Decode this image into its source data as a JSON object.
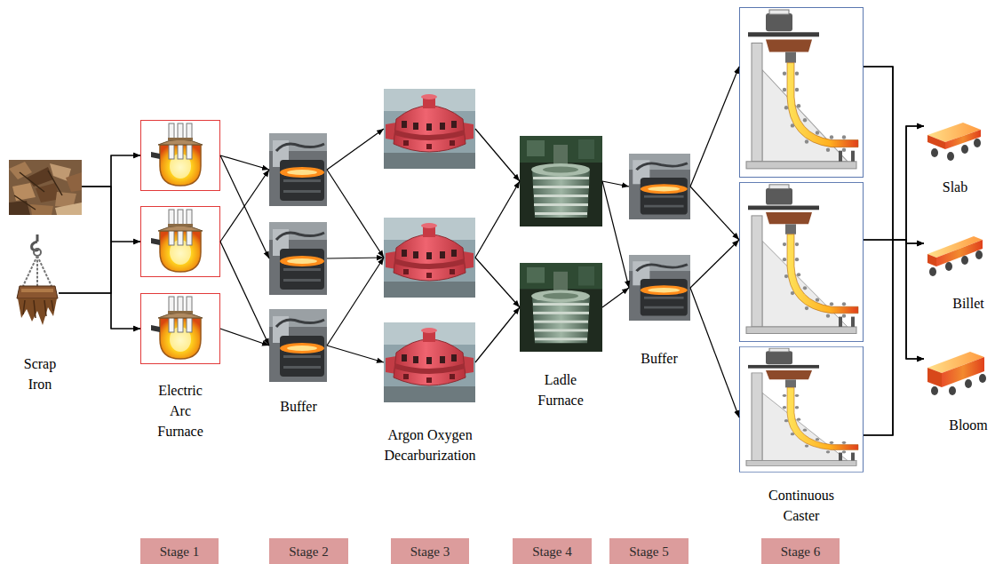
{
  "diagram": {
    "nodes": [
      {
        "text": []
      },
      {
        "text": [
          "Scrap Iron"
        ]
      },
      {
        "text": []
      },
      {
        "text": []
      },
      {
        "text": [
          "Electric Arc Furnace"
        ]
      },
      {
        "text": []
      },
      {
        "text": []
      },
      {
        "text": [
          "Buffer"
        ]
      },
      {
        "text": []
      },
      {
        "text": []
      },
      {
        "text": [
          "Argon Oxygen Decarburization"
        ]
      },
      {
        "text": []
      },
      {
        "text": [
          "Ladle Furnace"
        ]
      },
      {
        "text": []
      },
      {
        "text": [
          "Buffer"
        ]
      },
      {
        "text": []
      },
      {
        "text": []
      },
      {
        "text": [
          "Continuous Caster"
        ]
      },
      {
        "text": [
          "Slab"
        ]
      },
      {
        "text": [
          "Billet"
        ]
      },
      {
        "text": [
          "Bloom"
        ]
      },
      {
        "text": [
          "Stage 1"
        ]
      },
      {
        "text": [
          "Stage 2"
        ]
      },
      {
        "text": [
          "Stage 3"
        ]
      },
      {
        "text": [
          "Stage 4"
        ]
      },
      {
        "text": [
          "Stage 5"
        ]
      },
      {
        "text": [
          "Stage 6"
        ]
      }
    ],
    "edges": [
      {
        "from": 0,
        "to": 2,
        "arrow": "to"
      },
      {
        "from": 0,
        "to": 3,
        "arrow": "to"
      },
      {
        "from": 0,
        "to": 4,
        "arrow": "to"
      },
      {
        "from": 1,
        "to": 2,
        "arrow": "to"
      },
      {
        "from": 1,
        "to": 3,
        "arrow": "to"
      },
      {
        "from": 1,
        "to": 4,
        "arrow": "to"
      },
      {
        "from": 2,
        "to": 5,
        "arrow": "to"
      },
      {
        "from": 2,
        "to": 6,
        "arrow": "to"
      },
      {
        "from": 3,
        "to": 5,
        "arrow": "to"
      },
      {
        "from": 3,
        "to": 7,
        "arrow": "to"
      },
      {
        "from": 4,
        "to": 7,
        "arrow": "to"
      },
      {
        "from": 5,
        "to": 8,
        "arrow": "to"
      },
      {
        "from": 5,
        "to": 9,
        "arrow": "to"
      },
      {
        "from": 6,
        "to": 9,
        "arrow": "to"
      },
      {
        "from": 7,
        "to": 9,
        "arrow": "to"
      },
      {
        "from": 7,
        "to": 10,
        "arrow": "to"
      },
      {
        "from": 8,
        "to": 11,
        "arrow": "to"
      },
      {
        "from": 9,
        "to": 11,
        "arrow": "to"
      },
      {
        "from": 9,
        "to": 12,
        "arrow": "to"
      },
      {
        "from": 10,
        "to": 12,
        "arrow": "to"
      },
      {
        "from": 11,
        "to": 13,
        "arrow": "to"
      },
      {
        "from": 11,
        "to": 14,
        "arrow": "to"
      },
      {
        "from": 12,
        "to": 14,
        "arrow": "to"
      },
      {
        "from": 13,
        "to": 15,
        "arrow": "to"
      },
      {
        "from": 13,
        "to": 16,
        "arrow": "to"
      },
      {
        "from": 14,
        "to": 16,
        "arrow": "to"
      },
      {
        "from": 14,
        "to": 17,
        "arrow": "to"
      },
      {
        "from": 15,
        "to": 18,
        "arrow": "to"
      },
      {
        "from": 15,
        "to": 19,
        "arrow": "to"
      },
      {
        "from": 15,
        "to": 20,
        "arrow": "to"
      },
      {
        "from": 16,
        "to": 18,
        "arrow": "to"
      },
      {
        "from": 16,
        "to": 19,
        "arrow": "to"
      },
      {
        "from": 16,
        "to": 20,
        "arrow": "to"
      },
      {
        "from": 17,
        "to": 18,
        "arrow": "to"
      },
      {
        "from": 17,
        "to": 19,
        "arrow": "to"
      },
      {
        "from": 17,
        "to": 20,
        "arrow": "to"
      }
    ]
  }
}
